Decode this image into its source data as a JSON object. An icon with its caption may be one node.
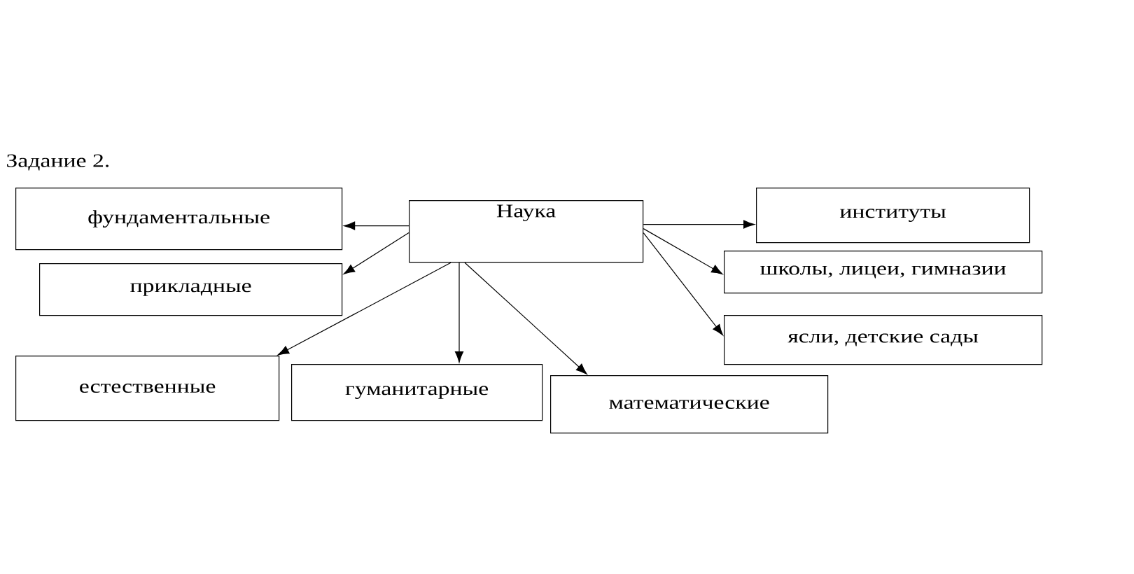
{
  "diagram": {
    "nodes": [
      {
        "text": [
          "фундаментальные"
        ]
      },
      {
        "text": [
          "Наука"
        ]
      },
      {
        "text": [
          "институты"
        ]
      },
      {
        "text": [
          "прикладные"
        ]
      },
      {
        "text": [
          "школы, лицеи, гимназии"
        ]
      },
      {
        "text": [
          "ясли, детские сады"
        ]
      },
      {
        "text": [
          "естественные"
        ]
      },
      {
        "text": [
          "гуманитарные"
        ]
      },
      {
        "text": [
          "математические"
        ]
      }
    ],
    "edges": [
      {
        "from": 1,
        "to": 0,
        "arrow": "to"
      },
      {
        "from": 1,
        "to": 3,
        "arrow": "to"
      },
      {
        "from": 1,
        "to": 6,
        "arrow": "to"
      },
      {
        "from": 1,
        "to": 7,
        "arrow": "to"
      },
      {
        "from": 1,
        "to": 8,
        "arrow": "to"
      },
      {
        "from": 1,
        "to": 2,
        "arrow": "to"
      },
      {
        "from": 1,
        "to": 4,
        "arrow": "to"
      },
      {
        "from": 1,
        "to": 5,
        "arrow": "to"
      }
    ],
    "labels": [
      "Задание 2."
    ]
  }
}
